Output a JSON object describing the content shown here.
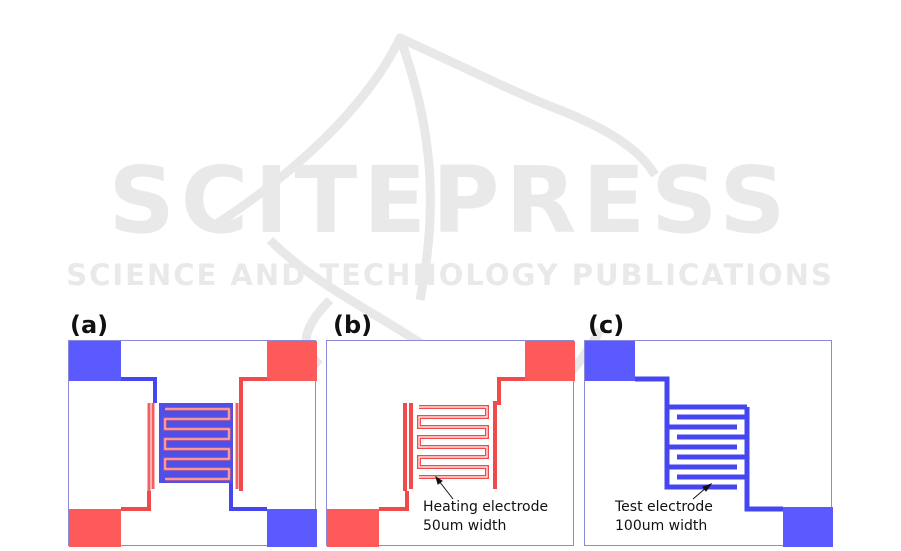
{
  "watermark": {
    "brand": "SCITEPRESS",
    "tagline": "SCIENCE AND TECHNOLOGY PUBLICATIONS"
  },
  "panels": [
    {
      "label": "(a)"
    },
    {
      "label": "(b)",
      "annotation": [
        "Heating electrode",
        "50um width"
      ]
    },
    {
      "label": "(c)",
      "annotation": [
        "Test electrode",
        "100um width"
      ]
    }
  ],
  "colors": {
    "heating": "#f04a4a",
    "heating_pad": "#ff5a5a",
    "test": "#4646f0",
    "test_pad": "#5a5aff",
    "border": "#8a8ad8",
    "watermark": "#e6e6e6"
  }
}
